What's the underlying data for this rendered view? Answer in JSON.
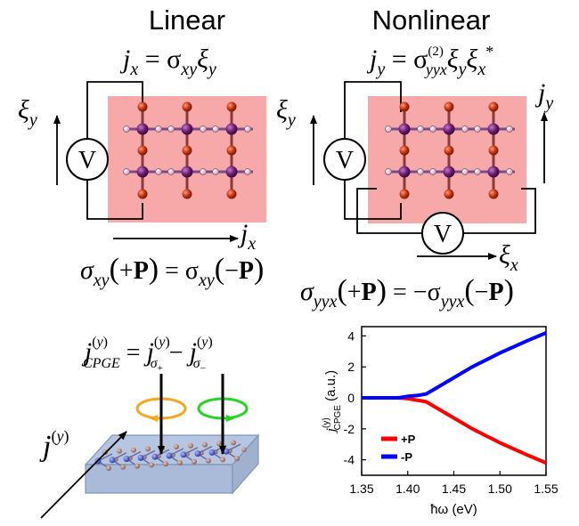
{
  "panels": {
    "linear_title": "Linear",
    "nonlinear_title": "Nonlinear"
  },
  "symbols": {
    "xi_y": "ξy",
    "xi_x": "ξx",
    "j_x": "jx",
    "j_y": "jy",
    "voltmeter": "V",
    "j_sup_y": "j(y)"
  },
  "equations": {
    "linear_response": "j_x = σ_xy ξ_y",
    "nonlinear_response": "j_y = σ^(2)_yyx ξ_y ξ_x*",
    "linear_symmetry": "σ_xy(+P) = σ_xy(−P)",
    "nonlinear_symmetry": "σ_yyx(+P) = −σ_yyx(−P)",
    "cpge": "j^(y)_CPGE = j^(y)_σ+ − j^(y)_σ−"
  },
  "colors": {
    "sample_fill": "#f7a9a9",
    "atom_red": "#c0320f",
    "atom_purple": "#6b1d6e",
    "slab_fill": "#b6c6e0",
    "circ_orange": "#f5a623",
    "circ_green": "#22d622"
  },
  "chart_data": {
    "type": "line",
    "xlabel": "ħω (eV)",
    "ylabel": "j^(y)_CPGE (a.u.)",
    "xlim": [
      1.35,
      1.55
    ],
    "ylim": [
      -5,
      4.6
    ],
    "xticks": [
      "1.35",
      "1.40",
      "1.45",
      "1.50",
      "1.55"
    ],
    "yticks": [
      "4",
      "2",
      "0",
      "-2",
      "-4"
    ],
    "xticks_values": [
      1.35,
      1.4,
      1.45,
      1.5,
      1.55
    ],
    "yticks_values": [
      4,
      2,
      0,
      -2,
      -4
    ],
    "legend_position": "bottom-left",
    "series": [
      {
        "name": "+P",
        "color": "#ff0000",
        "x": [
          1.35,
          1.39,
          1.4,
          1.41,
          1.42,
          1.43,
          1.45,
          1.47,
          1.5,
          1.53,
          1.55
        ],
        "y": [
          0,
          0,
          -0.05,
          -0.15,
          -0.25,
          -0.6,
          -1.3,
          -2.0,
          -2.9,
          -3.7,
          -4.2
        ]
      },
      {
        "name": "-P",
        "color": "#0000ff",
        "x": [
          1.35,
          1.39,
          1.4,
          1.41,
          1.42,
          1.43,
          1.45,
          1.47,
          1.5,
          1.53,
          1.55
        ],
        "y": [
          0,
          0,
          0.1,
          0.15,
          0.25,
          0.6,
          1.3,
          2.0,
          2.9,
          3.7,
          4.2
        ]
      }
    ]
  }
}
